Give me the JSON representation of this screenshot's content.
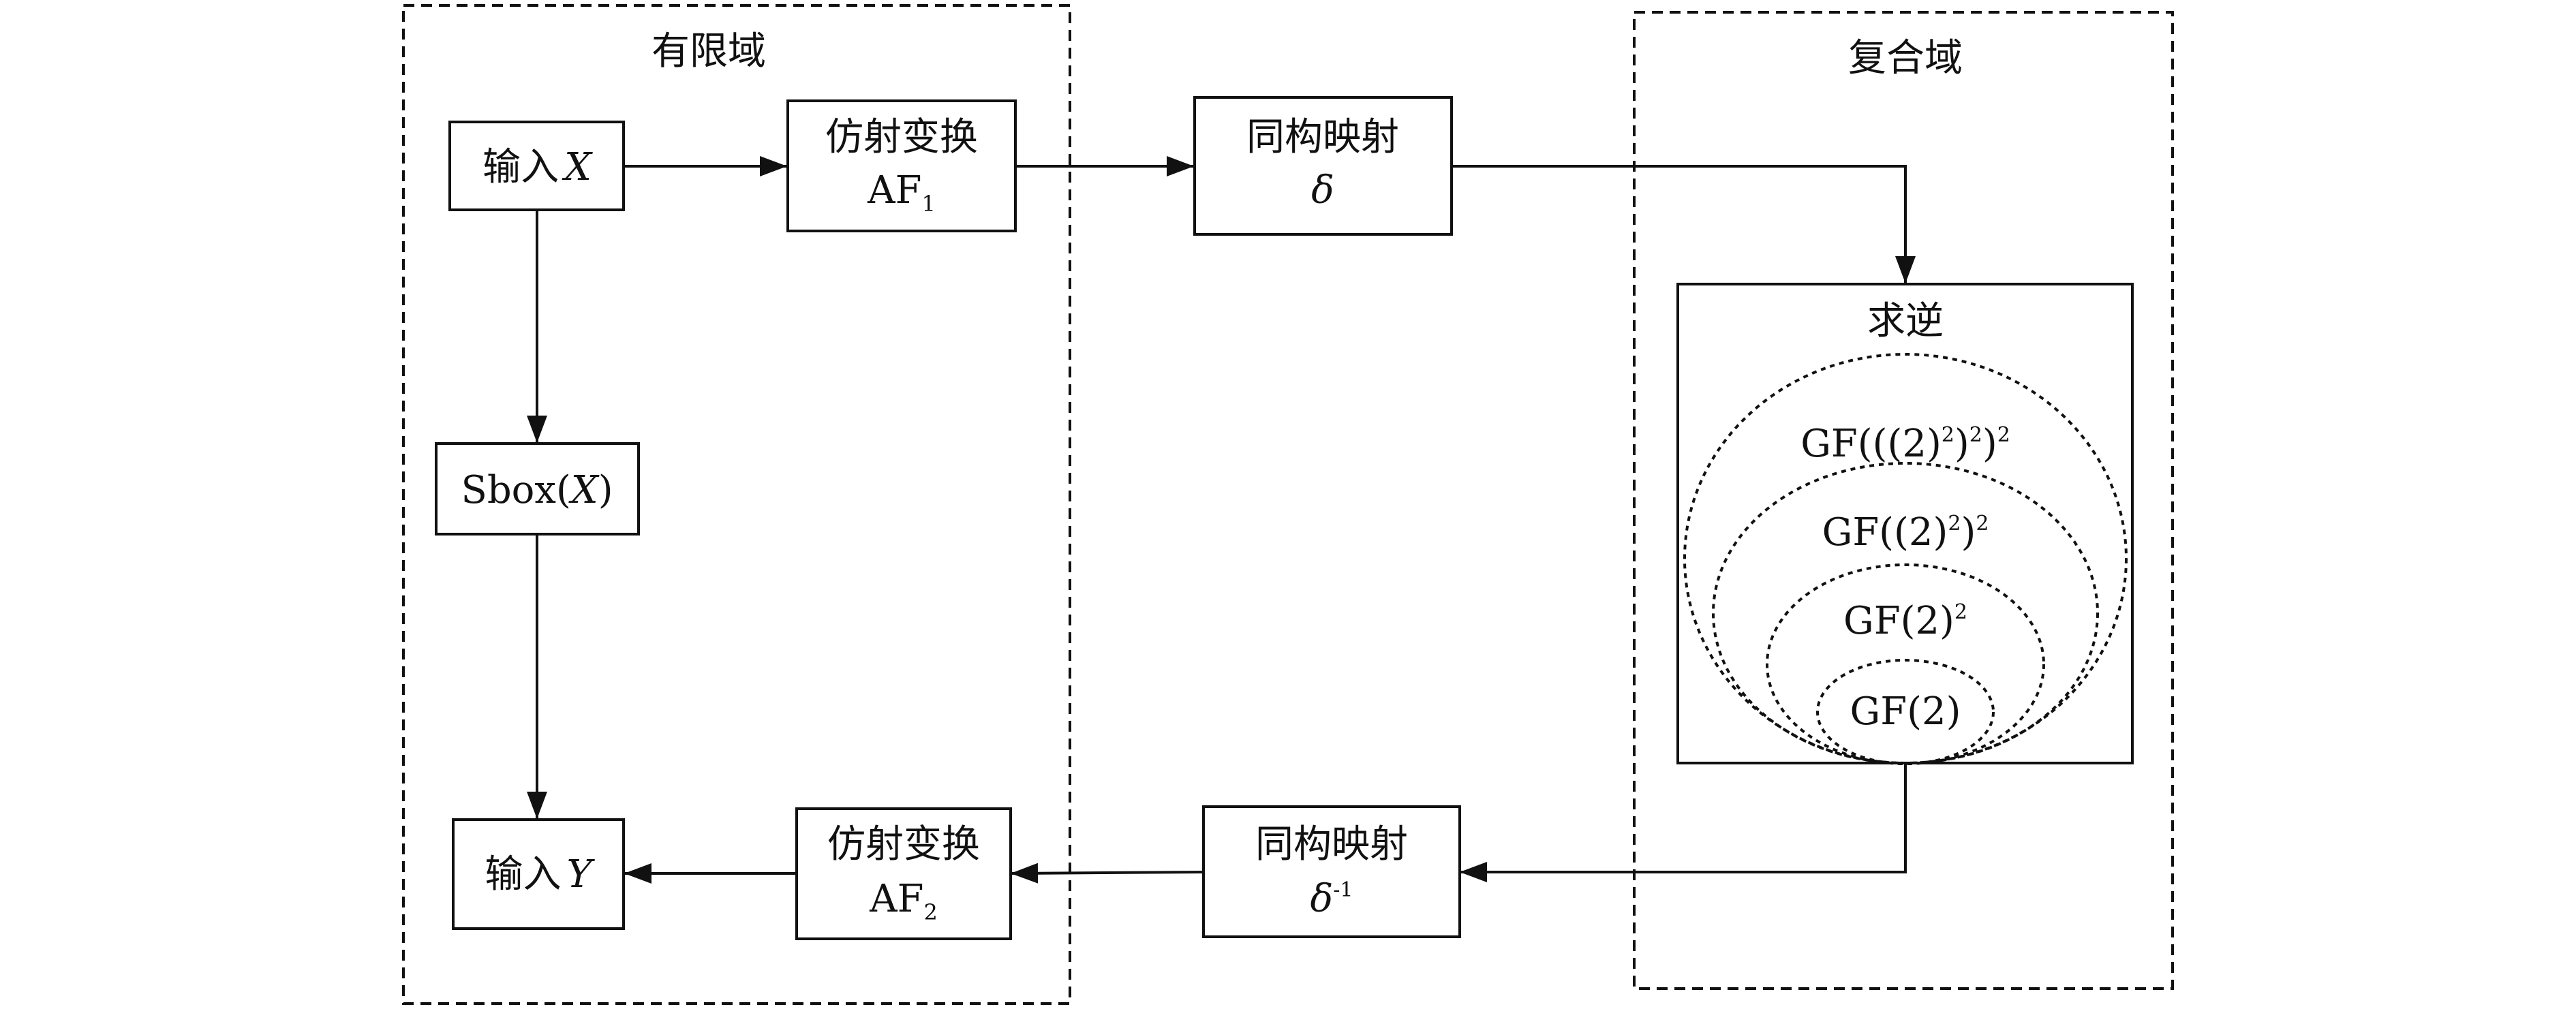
{
  "regions": {
    "finite_field": {
      "label": "有限域"
    },
    "composite_field": {
      "label": "复合域"
    }
  },
  "nodes": {
    "input_x": {
      "label": "输入",
      "var": "X"
    },
    "affine_1": {
      "line1": "仿射变换",
      "line2": "AF",
      "sub": "1"
    },
    "iso_map": {
      "line1": "同构映射",
      "symbol": "δ"
    },
    "inverse": {
      "label": "求逆"
    },
    "sbox": {
      "pre": "Sbox(",
      "var": "X",
      "post": ")"
    },
    "output_y": {
      "label": "输入",
      "var": "Y"
    },
    "affine_2": {
      "line1": "仿射变换",
      "line2": "AF",
      "sub": "2"
    },
    "inv_iso_map": {
      "line1": "同构映射",
      "symbol": "δ",
      "sup": "-1"
    }
  },
  "fields": {
    "gf_level4": {
      "p1": "GF(((2)",
      "s1": "2",
      "p2": ")",
      "s2": "2",
      "p3": ")",
      "s3": "2"
    },
    "gf_level3": {
      "p1": "GF((2)",
      "s1": "2",
      "p2": ")",
      "s2": "2"
    },
    "gf_level2": {
      "p1": "GF(2)",
      "s1": "2"
    },
    "gf_level1": {
      "p1": "GF(2)"
    }
  }
}
